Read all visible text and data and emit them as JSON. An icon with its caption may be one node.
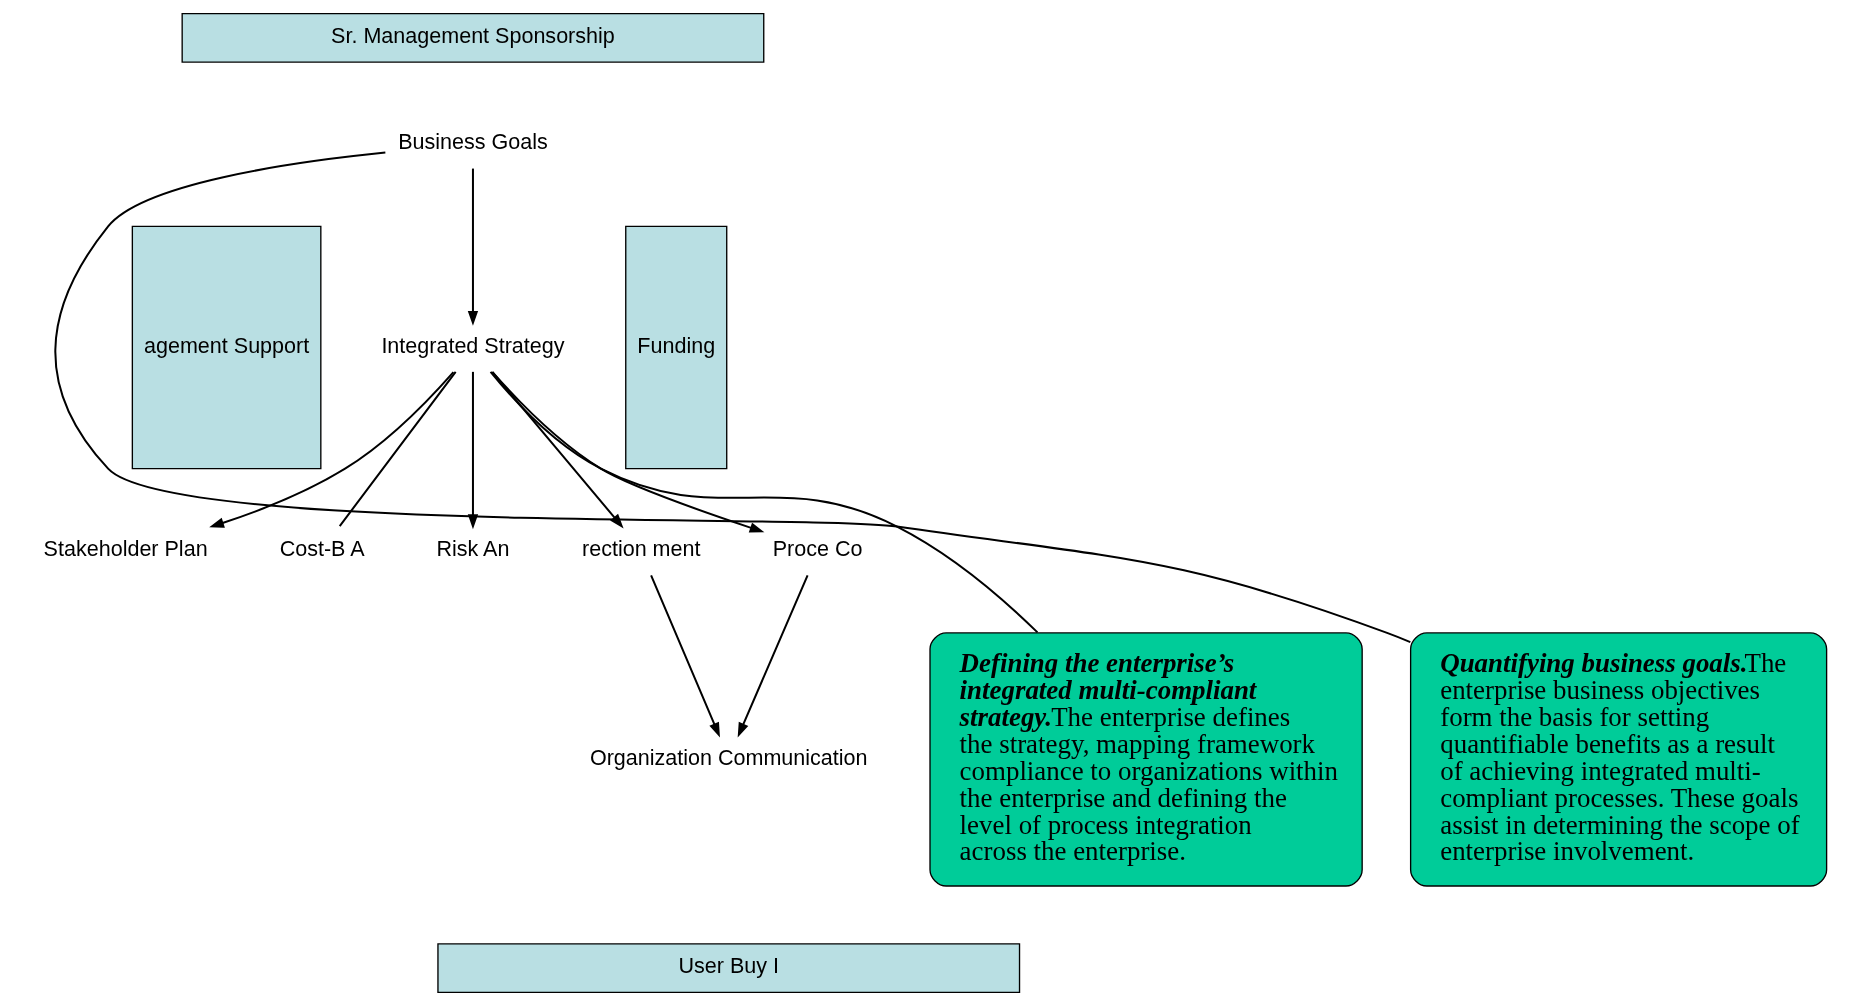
{
  "diagram": {
    "nodes": [
      {
        "text": [
          "Sr. Management Sponsorship"
        ]
      },
      {
        "text": [
          "agement Support"
        ]
      },
      {
        "text": [
          "Funding"
        ]
      },
      {
        "text": [
          "User Buy I"
        ]
      },
      {
        "text": [
          "Business Goals"
        ]
      },
      {
        "text": [
          "Integrated Strategy"
        ]
      },
      {
        "text": [
          "Stakeholder Plan"
        ]
      },
      {
        "text": [
          "Cost-B A"
        ]
      },
      {
        "text": [
          "Risk An"
        ]
      },
      {
        "text": [
          "rection ment"
        ]
      },
      {
        "text": [
          "Proce Co"
        ]
      },
      {
        "text": [
          "Organization Communication"
        ]
      },
      {
        "text": [
          "Quantifying business goals.",
          "The enterprise business objectives form the basis for setting quantifiable benefits as a result of achieving integrated multi-compliant processes. These goals assist in determining the scope of enterprise involvement."
        ]
      },
      {
        "text": [
          "Defining the enterprise’s integrated multi-compliant strategy.",
          "The enterprise defines the strategy, mapping framework compliance to organizations within the enterprise and defining the level of process integration across the enterprise."
        ]
      }
    ],
    "edges": [
      {
        "from": 4,
        "to": 5,
        "arrow": "to"
      },
      {
        "from": 5,
        "to": 6,
        "arrow": "to"
      },
      {
        "from": 5,
        "to": 7,
        "arrow": "none"
      },
      {
        "from": 5,
        "to": 9,
        "arrow": "to"
      },
      {
        "from": 5,
        "to": 10,
        "arrow": "to"
      },
      {
        "from": 5,
        "to": 8,
        "arrow": "to"
      },
      {
        "from": 9,
        "to": 11,
        "arrow": "to"
      },
      {
        "from": 10,
        "to": 11,
        "arrow": "to"
      },
      {
        "from": 12,
        "to": 4,
        "arrow": "none"
      },
      {
        "from": 13,
        "to": 5,
        "arrow": "none"
      }
    ]
  }
}
